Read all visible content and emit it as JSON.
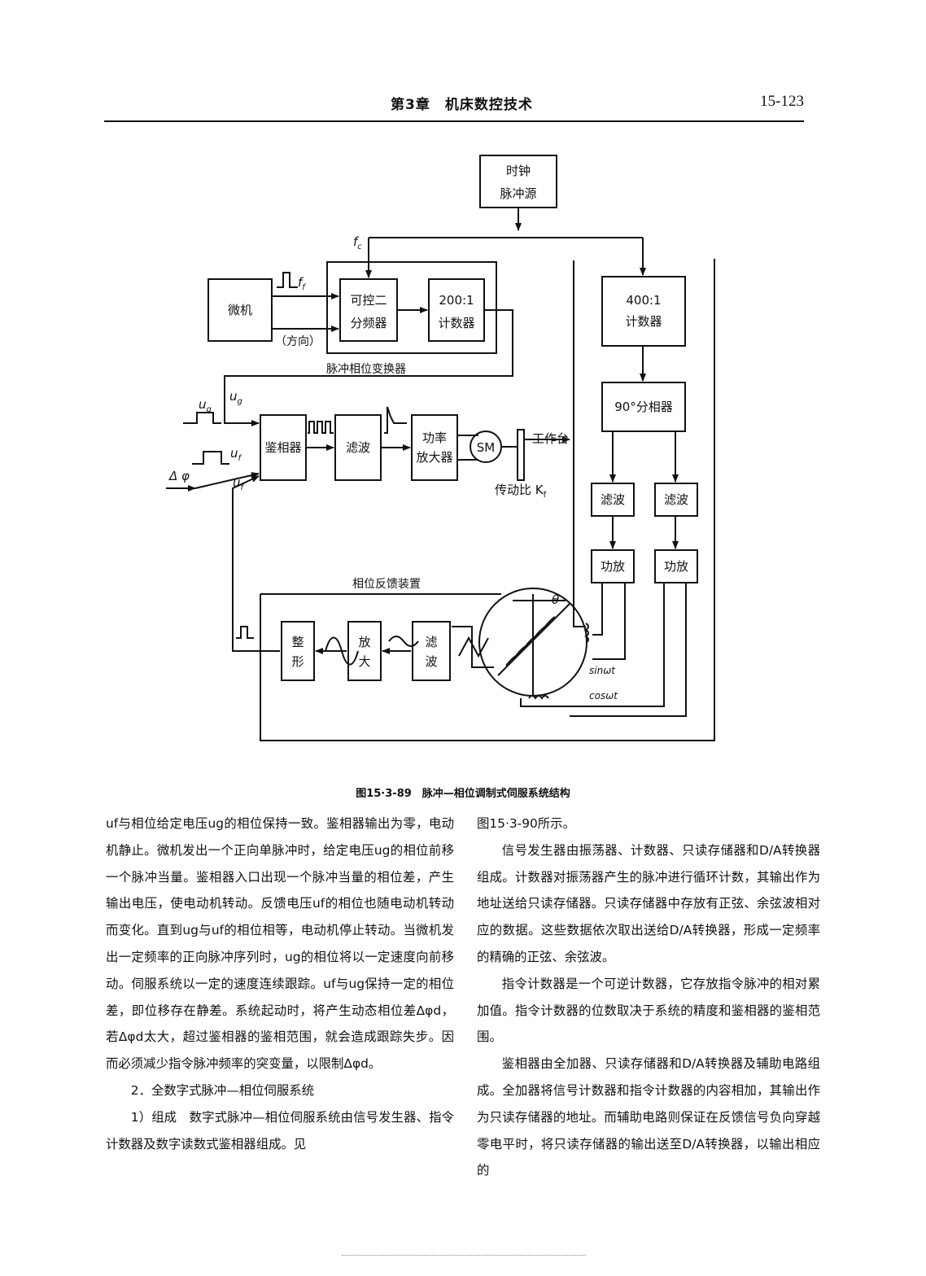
{
  "header": {
    "chapter": "第3章　机床数控技术",
    "page_number": "15-123"
  },
  "diagram": {
    "clock": [
      "时钟",
      "脉冲源"
    ],
    "microcomputer": "微机",
    "divider": [
      "可控二",
      "分频器"
    ],
    "counter200": [
      "200:1",
      "计数器"
    ],
    "counter400": [
      "400:1",
      "计数器"
    ],
    "phase_splitter": "90°分相器",
    "phase_detector": "鉴相器",
    "filter_main": "滤波",
    "power_amp": [
      "功率",
      "放大器"
    ],
    "motor": "SM",
    "worktable": "工作台",
    "transmission": "传动比 K",
    "transmission_sub": "f",
    "filter_left": "滤波",
    "filter_right": "滤波",
    "amp_left": "功放",
    "amp_right": "功放",
    "shaper": [
      "整",
      "形"
    ],
    "amplifier": [
      "放",
      "大"
    ],
    "filter_feedback": [
      "滤",
      "波"
    ],
    "pulse_phase_converter": "脉冲相位变换器",
    "phase_feedback": "相位反馈装置",
    "direction": "（方向）",
    "fc": "f",
    "fc_sub": "c",
    "ff": "f",
    "ff_sub": "f",
    "ug": "u",
    "ug_sub": "g",
    "uf": "u",
    "uf_sub": "f",
    "delta_phi": "Δ φ",
    "theta": "θ",
    "sin": "sinωt",
    "cos": "cosωt"
  },
  "caption": "图15·3-89　脉冲—相位调制式伺服系统结构",
  "left_column": [
    "uf与相位给定电压ug的相位保持一致。鉴相器输出为零，电动机静止。微机发出一个正向单脉冲时，给定电压ug的相位前移一个脉冲当量。鉴相器入口出现一个脉冲当量的相位差，产生输出电压，使电动机转动。反馈电压uf的相位也随电动机转动而变化。直到ug与uf的相位相等，电动机停止转动。当微机发出一定频率的正向脉冲序列时，ug的相位将以一定速度向前移动。伺服系统以一定的速度连续跟踪。uf与ug保持一定的相位差，即位移存在静差。系统起动时，将产生动态相位差Δφd，若Δφd太大，超过鉴相器的鉴相范围，就会造成跟踪失步。因而必须减少指令脉冲频率的突变量，以限制Δφd。",
    "2．全数字式脉冲—相位伺服系统",
    "1）组成　数字式脉冲—相位伺服系统由信号发生器、指令计数器及数字读数式鉴相器组成。见"
  ],
  "right_column": [
    "图15·3-90所示。",
    "信号发生器由振荡器、计数器、只读存储器和D/A转换器组成。计数器对振荡器产生的脉冲进行循环计数，其输出作为地址送给只读存储器。只读存储器中存放有正弦、余弦波相对应的数据。这些数据依次取出送给D/A转换器，形成一定频率的精确的正弦、余弦波。",
    "指令计数器是一个可逆计数器，它存放指令脉冲的相对累加值。指令计数器的位数取决于系统的精度和鉴相器的鉴相范围。",
    "鉴相器由全加器、只读存储器和D/A转换器及辅助电路组成。全加器将信号计数器和指令计数器的内容相加，其输出作为只读存储器的地址。而辅助电路则保证在反馈信号负向穿越零电平时，将只读存储器的输出送至D/A转换器，以输出相应的"
  ]
}
